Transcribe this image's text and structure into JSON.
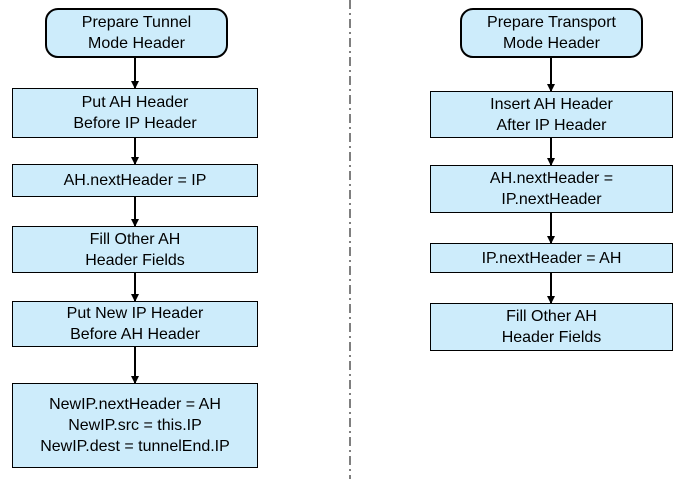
{
  "diagram": {
    "type": "flowchart",
    "colors": {
      "node_fill": "#cdecfb",
      "node_border": "#000000",
      "arrow": "#000000",
      "divider": "#7f7f7f",
      "background": "#ffffff",
      "text": "#000000"
    },
    "left_flow": {
      "nodes": [
        {
          "shape": "rounded",
          "lines": [
            "Prepare Tunnel",
            "Mode Header"
          ]
        },
        {
          "shape": "rect",
          "lines": [
            "Put AH Header",
            "Before IP Header"
          ]
        },
        {
          "shape": "rect",
          "lines": [
            "AH.nextHeader = IP"
          ]
        },
        {
          "shape": "rect",
          "lines": [
            "Fill Other AH",
            "Header Fields"
          ]
        },
        {
          "shape": "rect",
          "lines": [
            "Put New IP Header",
            "Before AH Header"
          ]
        },
        {
          "shape": "rect",
          "lines": [
            "NewIP.nextHeader = AH",
            "NewIP.src = this.IP",
            "NewIP.dest = tunnelEnd.IP"
          ]
        }
      ]
    },
    "right_flow": {
      "nodes": [
        {
          "shape": "rounded",
          "lines": [
            "Prepare Transport",
            "Mode Header"
          ]
        },
        {
          "shape": "rect",
          "lines": [
            "Insert AH Header",
            "After IP Header"
          ]
        },
        {
          "shape": "rect",
          "lines": [
            "AH.nextHeader =",
            "IP.nextHeader"
          ]
        },
        {
          "shape": "rect",
          "lines": [
            "IP.nextHeader = AH"
          ]
        },
        {
          "shape": "rect",
          "lines": [
            "Fill Other AH",
            "Header Fields"
          ]
        }
      ]
    }
  }
}
